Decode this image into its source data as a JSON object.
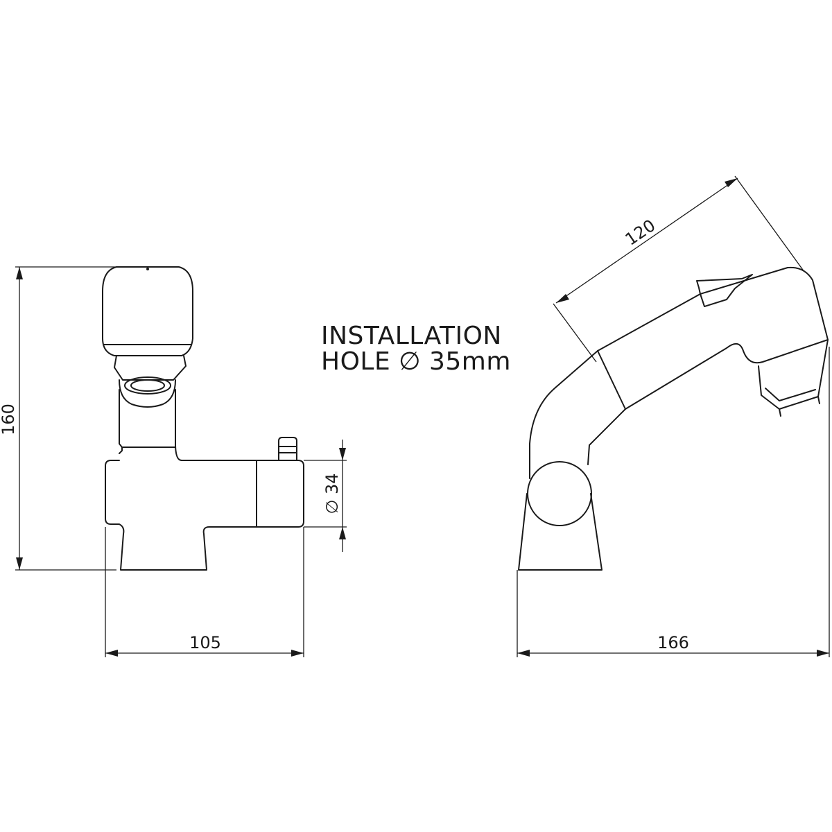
{
  "note": {
    "line1": "INSTALLATION",
    "line2": "HOLE ∅ 35mm"
  },
  "dimensions": {
    "height": "160",
    "front_width": "105",
    "side_width": "166",
    "spout_length": "120",
    "outlet_diameter": "∅ 34"
  },
  "colors": {
    "line": "#1a1a1a",
    "background": "#ffffff"
  }
}
